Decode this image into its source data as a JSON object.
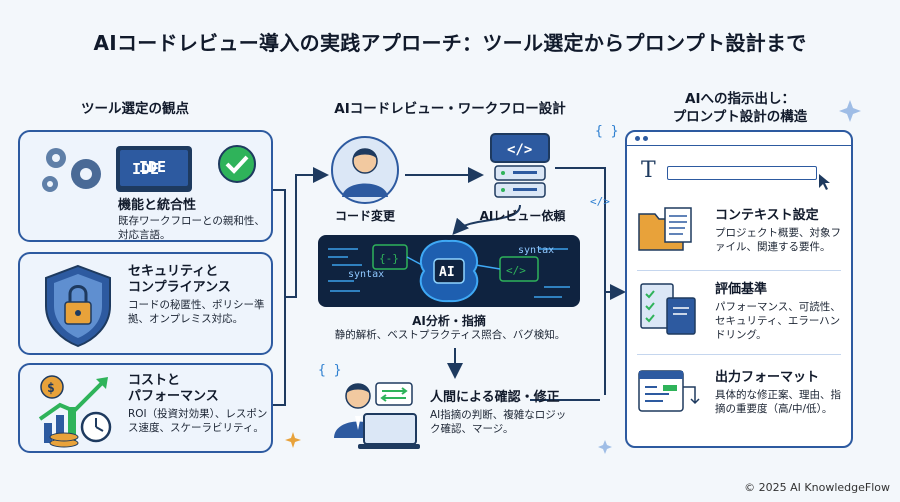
{
  "title": "AIコードレビュー導入の実践アプローチ：ツール選定からプロンプト設計まで",
  "left": {
    "heading": "ツール選定の観点",
    "cards": [
      {
        "title": "機能と統合性",
        "text": "既存ワークフローとの親和性、対応言語。",
        "badge": "IDE"
      },
      {
        "title": "セキュリティと\nコンプライアンス",
        "text": "コードの秘匿性、ポリシー準拠、オンプレミス対応。"
      },
      {
        "title": "コストと\nパフォーマンス",
        "text": "ROI（投資対効果）、レスポンス速度、スケーラビリティ。",
        "badge": "$"
      }
    ]
  },
  "middle": {
    "heading": "AIコードレビュー・ワークフロー設計",
    "nodes": {
      "code_change": "コード変更",
      "ai_request": "AIレビュー依頼",
      "ai_analysis_title": "AI分析・指摘",
      "ai_analysis_text": "静的解析、ベストプラクティス照合、バグ検知。",
      "human_title": "人間による確認・修正",
      "human_text": "AI指摘の判断、複雑なロジック確認、マージ。"
    },
    "banner": {
      "center": "AI",
      "tag1": "syntax",
      "tag2": "syntax"
    }
  },
  "right": {
    "heading": "AIへの指示出し：\nプロンプト設計の構造",
    "cursor_letter": "T",
    "items": [
      {
        "title": "コンテキスト設定",
        "text": "プロジェクト概要、対象ファイル、関連する要件。"
      },
      {
        "title": "評価基準",
        "text": "パフォーマンス、可読性、セキュリティ、エラーハンドリング。"
      },
      {
        "title": "出力フォーマット",
        "text": "具体的な修正案、理由、指摘の重要度（高/中/低）。"
      }
    ]
  },
  "copyright": "© 2025 AI KnowledgeFlow",
  "colors": {
    "navy": "#2d5aa0",
    "dark": "#1e3a5f",
    "green": "#2fb35a",
    "orange": "#e8a23a",
    "card_bg": "#eef4fc"
  }
}
